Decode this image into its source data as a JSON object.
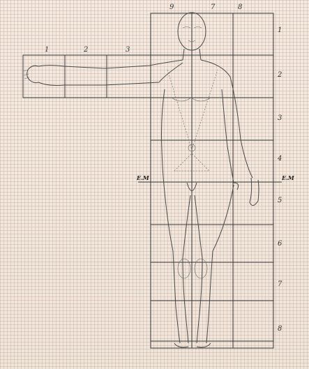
{
  "figure": {
    "column_labels": [
      "9",
      "7",
      "8"
    ],
    "arm_labels": [
      "1",
      "2",
      "3"
    ],
    "row_labels": [
      "1",
      "2",
      "3",
      "4",
      "5",
      "6",
      "7",
      "8"
    ],
    "midline_left_label": "E.M",
    "midline_right_label": "E.M"
  }
}
